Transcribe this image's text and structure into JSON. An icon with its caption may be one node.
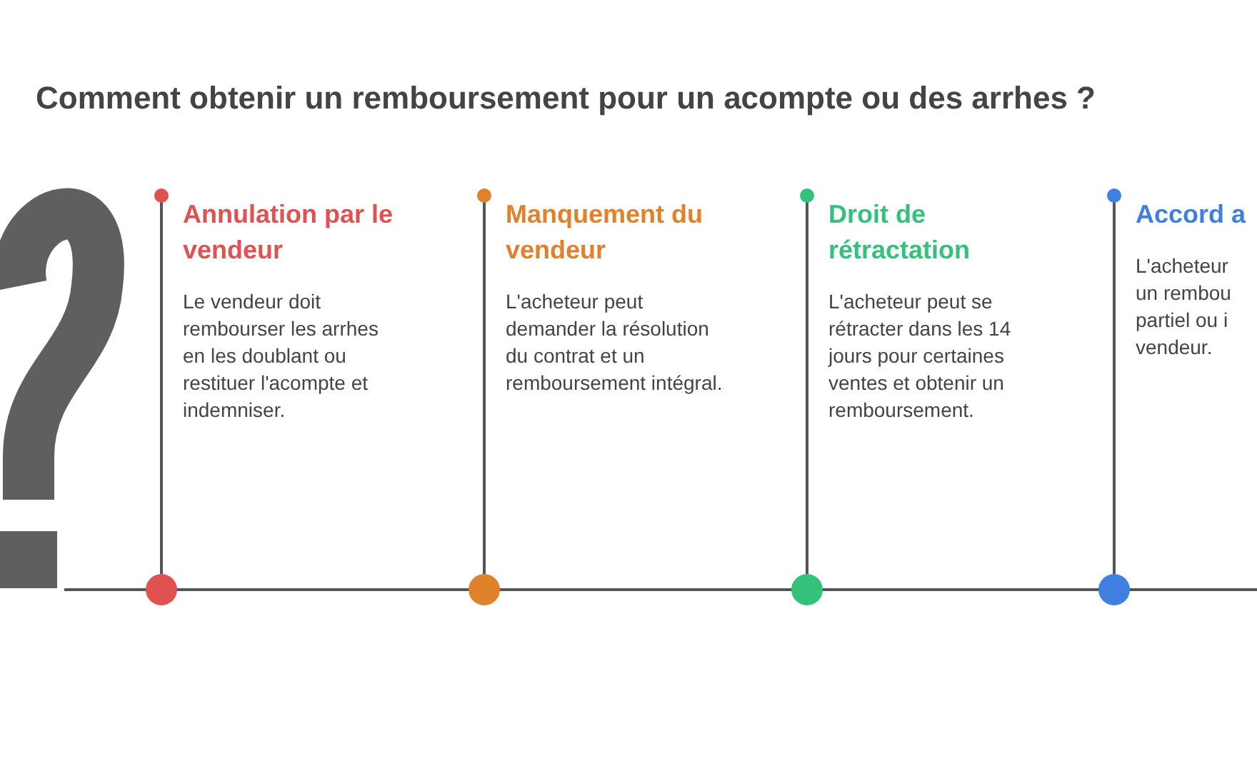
{
  "diagram": {
    "title": "Comment obtenir un remboursement pour un acompte ou des arrhes ?",
    "nodes": [
      {
        "text": [
          "Annulation par le vendeur",
          "Le vendeur doit rembourser les arrhes en les doublant ou restituer l'acompte et indemniser."
        ]
      },
      {
        "text": [
          "Manquement du vendeur",
          "L'acheteur peut demander la résolution du contrat et un remboursement intégral."
        ]
      },
      {
        "text": [
          "Droit de rétractation",
          "L'acheteur peut se rétracter dans les 14 jours pour certaines ventes et obtenir un remboursement."
        ]
      },
      {
        "text": [
          "Accord a",
          "L'acheteur un rembou partiel ou i vendeur."
        ]
      }
    ]
  }
}
